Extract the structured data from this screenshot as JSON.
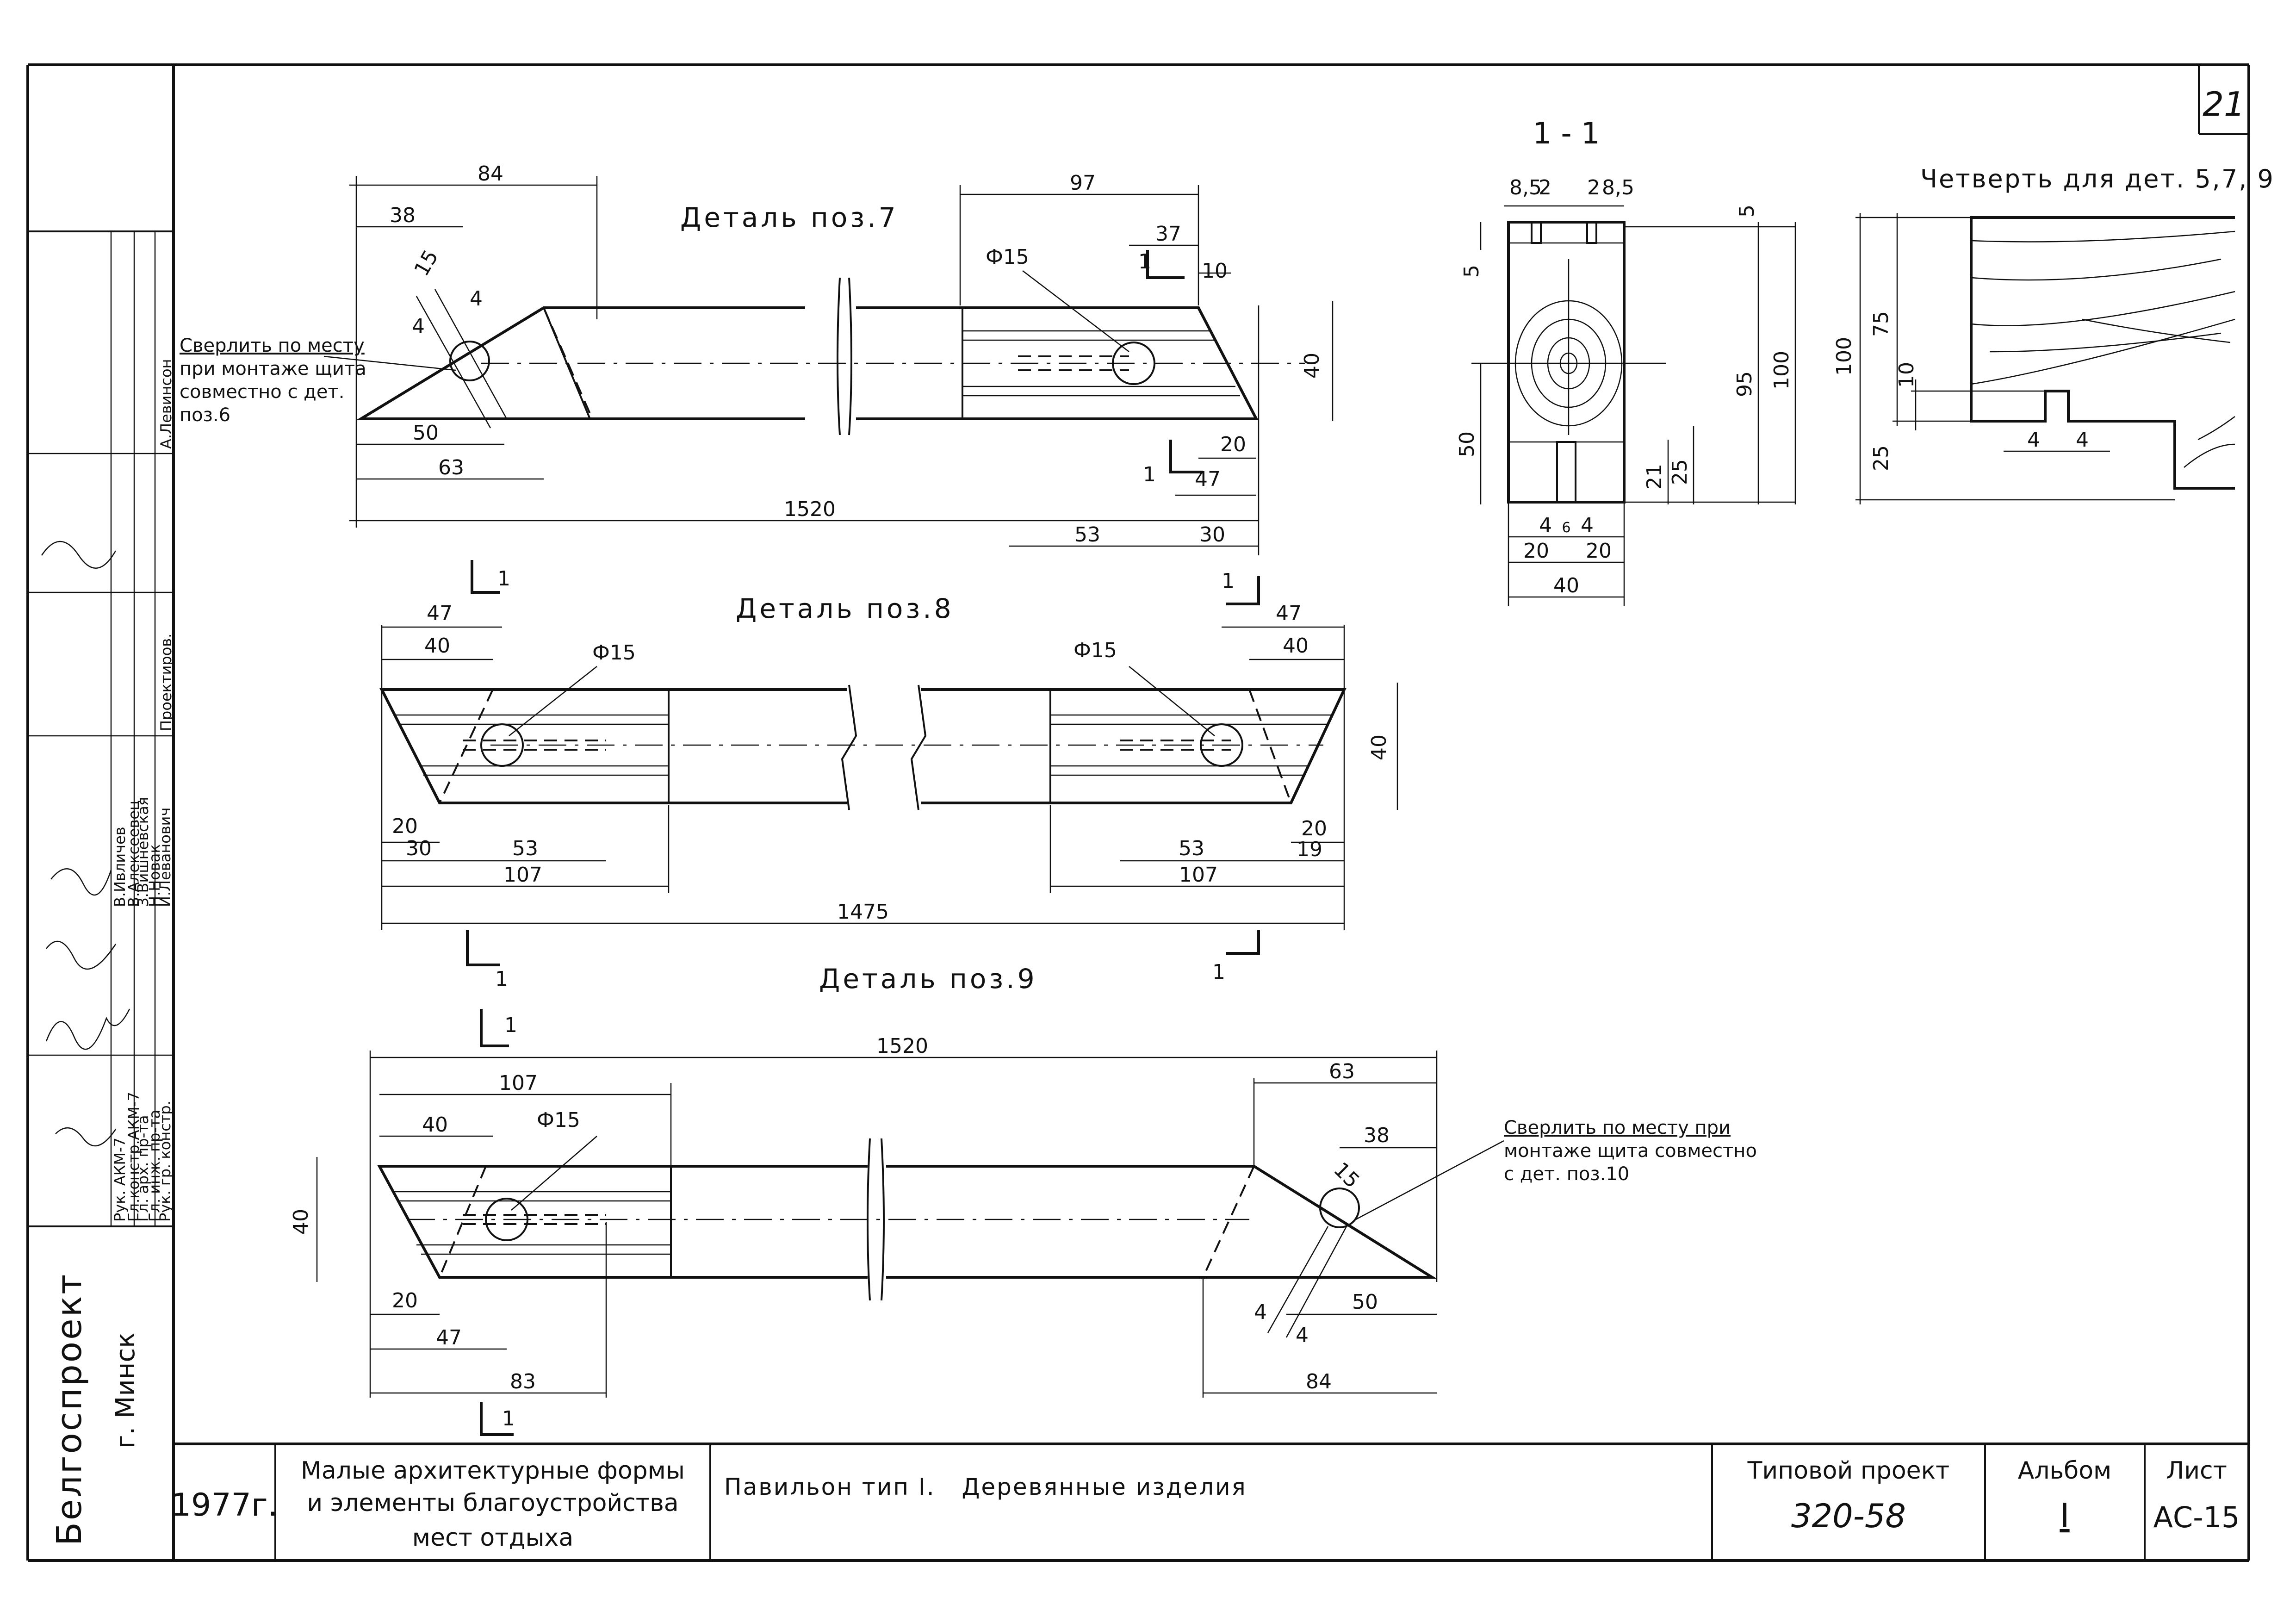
{
  "sheet": {
    "number": "21"
  },
  "detail7": {
    "title": "Деталь поз.7",
    "hole": "Ф15",
    "note_lines": [
      "Сверлить по месту",
      "при монтаже щита",
      "совместно с дет.",
      "поз.6"
    ],
    "dims": {
      "d84": "84",
      "d38": "38",
      "d15": "15",
      "d4a": "4",
      "d4b": "4",
      "d50": "50",
      "d63": "63",
      "d1520": "1520",
      "d97": "97",
      "d37": "37",
      "d10": "10",
      "d40": "40",
      "d20": "20",
      "d47": "47",
      "d53": "53",
      "d30": "30"
    },
    "cut_mark": "1"
  },
  "detail8": {
    "title": "Деталь поз.8",
    "hole_left": "Ф15",
    "hole_right": "Ф15",
    "dims": {
      "d47l": "47",
      "d40l": "40",
      "d20l": "20",
      "d30l": "30",
      "d53l": "53",
      "d107l": "107",
      "d1475": "1475",
      "d47r": "47",
      "d40r": "40",
      "d40h": "40",
      "d20r": "20",
      "d53r": "53",
      "d19r": "19",
      "d107r": "107"
    },
    "cut_mark": "1"
  },
  "detail9": {
    "title": "Деталь поз.9",
    "hole": "Ф15",
    "note_lines": [
      "Сверлить по месту при",
      "монтаже щита совместно",
      "с дет. поз.10"
    ],
    "dims": {
      "d1520": "1520",
      "d107": "107",
      "d40a": "40",
      "d40h": "40",
      "d20": "20",
      "d47": "47",
      "d83": "83",
      "d63": "63",
      "d38": "38",
      "d15": "15",
      "d50": "50",
      "d84": "84",
      "d4a": "4",
      "d4b": "4"
    },
    "cut_mark": "1"
  },
  "section11": {
    "title": "1 - 1",
    "dims": {
      "d85l": "8,5",
      "d2l": "2",
      "d2r": "2",
      "d85r": "8,5",
      "d5top": "5",
      "d5left": "5",
      "d50": "50",
      "d95": "95",
      "d100": "100",
      "d21": "21",
      "d25": "25",
      "d4l": "4",
      "d6": "6",
      "d4r": "4",
      "d20l": "20",
      "d20r": "20",
      "d40": "40"
    }
  },
  "quarter": {
    "title": "Четверть для дет. 5,7, 9",
    "dims": {
      "d100": "100",
      "d75": "75",
      "d10": "10",
      "d25": "25",
      "d4l": "4",
      "d4r": "4"
    }
  },
  "side_stamp": {
    "org": "Белгоспроект",
    "city": "г. Минск",
    "roles": [
      "Рук. АКМ-7",
      "Гл.констр.АКМ-7",
      "Гл. арх. пр-та",
      "Гл. инж. пр-та",
      "Рук. гр. констр."
    ],
    "names": [
      "В.Ивличев",
      "В.Алексеевец",
      "З.Вишневская",
      "Н.Новак",
      "И.Леванович"
    ],
    "designed_label": "Проектиров.",
    "designer": "А.Левинсон"
  },
  "title_block": {
    "year": "1977г.",
    "series_line1": "Малые архитектурные формы",
    "series_line2": "и элементы благоустройства",
    "series_line3": "мест отдыха",
    "description": "Павильон тип I.   Деревянные изделия",
    "project_label": "Типовой проект",
    "project_value": "320-58",
    "album_label": "Альбом",
    "album_value": "I",
    "sheet_label": "Лист",
    "sheet_value": "АС-15"
  }
}
